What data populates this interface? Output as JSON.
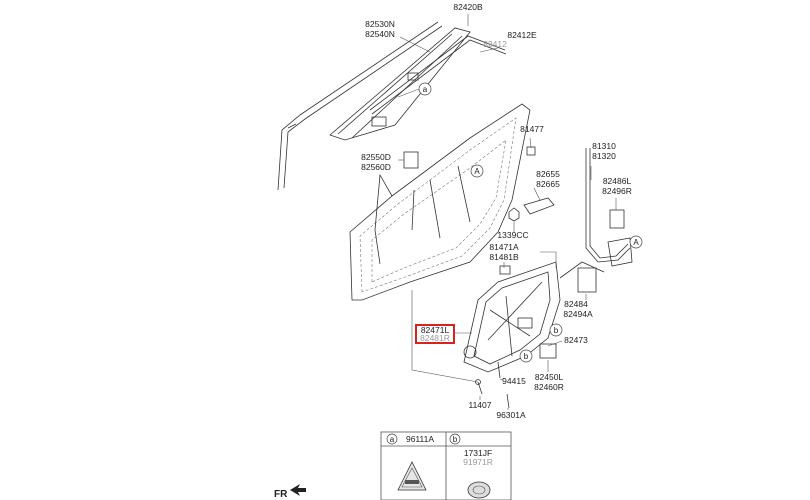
{
  "labels": {
    "p82420B": "82420B",
    "p82530N": "82530N",
    "p82540N": "82540N",
    "p82412": "82412",
    "p82412E": "82412E",
    "p81477": "81477",
    "p81310": "81310",
    "p81320": "81320",
    "p82550D": "82550D",
    "p82560D": "82560D",
    "p82655": "82655",
    "p82665": "82665",
    "p82486L": "82486L",
    "p82496R": "82496R",
    "p1339CC": "1339CC",
    "p81471A": "81471A",
    "p81481B": "81481B",
    "p82484": "82484",
    "p82494A": "82494A",
    "p82471L": "82471L",
    "p82481R": "82481R",
    "p82473": "82473",
    "p94415": "94415",
    "p82450L": "82450L",
    "p82460R": "82460R",
    "p11407": "11407",
    "p96301A": "96301A"
  },
  "callouts": {
    "a": "a",
    "b": "b",
    "A": "A"
  },
  "legend": {
    "a_letter": "a",
    "a_part": "96111A",
    "b_letter": "b",
    "b_part1": "1731JF",
    "b_part2": "91971R"
  },
  "direction_label": "FR",
  "colors": {
    "highlight": "#d9211e",
    "line": "#333333",
    "muted": "#9a9a9a"
  }
}
